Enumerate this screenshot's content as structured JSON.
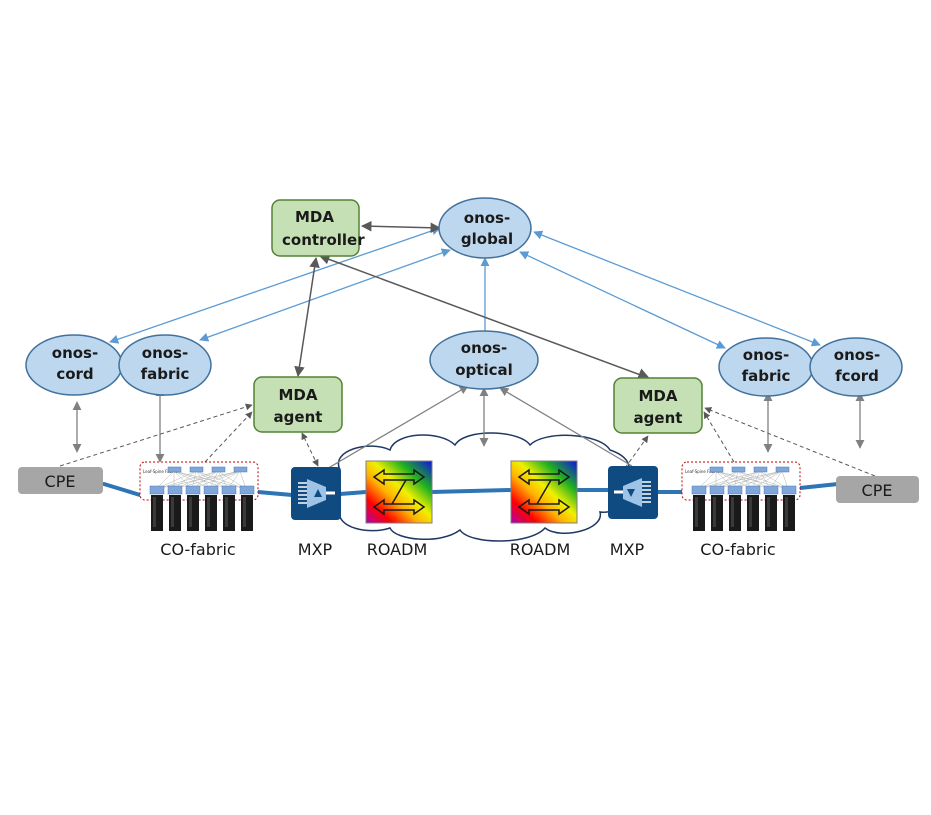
{
  "diagram": {
    "colors": {
      "onos_fill": "#bdd7ee",
      "onos_stroke": "#41719c",
      "mda_fill": "#c5e0b4",
      "mda_stroke": "#548235",
      "cpe_fill": "#a6a6a6",
      "mxp_fill": "#0f4a80",
      "link_blue": "#2e75b6",
      "arrow_blue": "#5b9bd5",
      "arrow_gray": "#595959",
      "cloud_stroke": "#1f3864",
      "fabric_border": "#c00000"
    },
    "nodes": {
      "mda_controller": {
        "line1": "MDA",
        "line2": "controller"
      },
      "onos_global": {
        "line1": "onos-",
        "line2": "global"
      },
      "onos_cord": {
        "line1": "onos-",
        "line2": "cord"
      },
      "onos_fabric_left": {
        "line1": "onos-",
        "line2": "fabric"
      },
      "onos_optical": {
        "line1": "onos-",
        "line2": "optical"
      },
      "onos_fabric_right": {
        "line1": "onos-",
        "line2": "fabric"
      },
      "onos_fcord": {
        "line1": "onos-",
        "line2": "fcord"
      },
      "mda_agent_left": {
        "line1": "MDA",
        "line2": "agent"
      },
      "mda_agent_right": {
        "line1": "MDA",
        "line2": "agent"
      },
      "cpe_left": {
        "label": "CPE"
      },
      "cpe_right": {
        "label": "CPE"
      }
    },
    "fabric_inner_label": "Leaf-Spine Fabric",
    "captions": {
      "co_fabric_left": "CO-fabric",
      "mxp_left": "MXP",
      "roadm_left": "ROADM",
      "roadm_right": "ROADM",
      "mxp_right": "MXP",
      "co_fabric_right": "CO-fabric"
    }
  }
}
